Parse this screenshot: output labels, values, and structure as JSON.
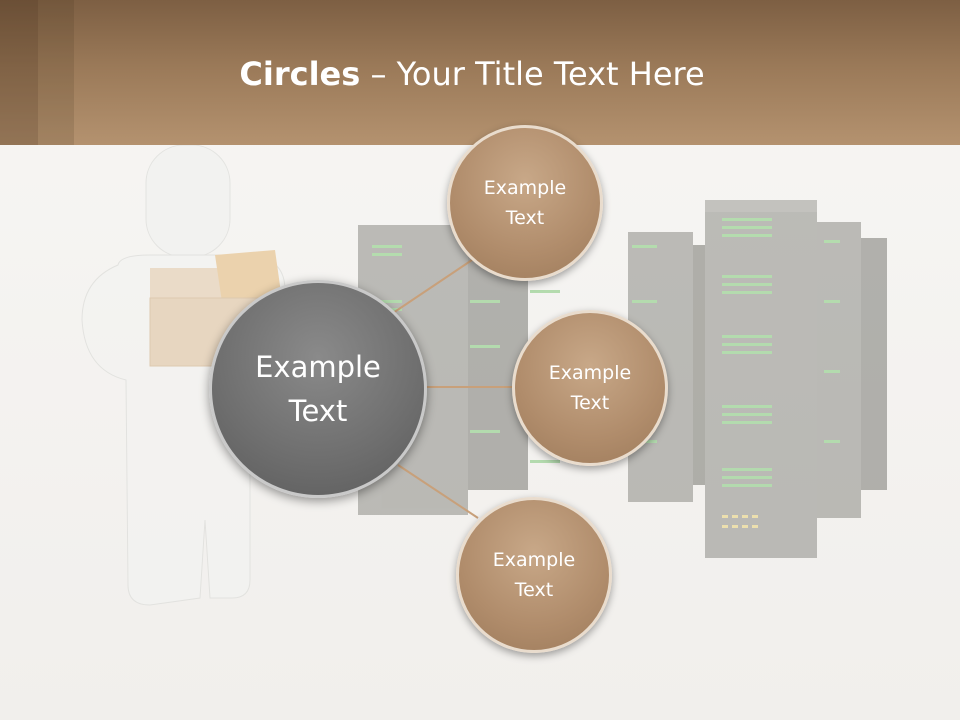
{
  "title": {
    "bold": "Circles",
    "rest": " – Your Title Text Here"
  },
  "center": {
    "label": "Example Text"
  },
  "satellites": [
    {
      "label": "Example Text"
    },
    {
      "label": "Example Text"
    },
    {
      "label": "Example Text"
    }
  ],
  "colors": {
    "header": "#9a7958",
    "center_circle": "#6e6e6e",
    "satellite_circle": "#b08c6b",
    "connector": "#c8a07a"
  }
}
